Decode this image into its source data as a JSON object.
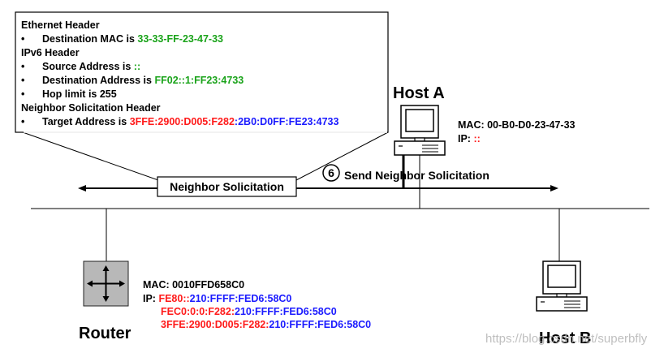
{
  "colors": {
    "green": "#1aa31a",
    "red": "#ff1a1a",
    "blue": "#1a1aff",
    "black": "#000000",
    "watermark": "#b8b8b8"
  },
  "callout": {
    "ethernet_header": "Ethernet Header",
    "dest_mac_label": "Destination MAC is ",
    "dest_mac_value": "33-33-FF-23-47-33",
    "ipv6_header": "IPv6 Header",
    "source_label": "Source Address is ",
    "source_value": "::",
    "dest_addr_label": "Destination Address is ",
    "dest_addr_value": "FF02::1:FF23:4733",
    "hop_limit": "Hop limit is 255",
    "ns_header": "Neighbor Solicitation Header",
    "target_label": "Target Address is ",
    "target_prefix": "3FFE:2900:D005:F282",
    "target_sep": ":",
    "target_iid": "2B0:D0FF:FE23:4733",
    "bullet": "•"
  },
  "host_a": {
    "name": "Host A",
    "mac": "MAC: 00-B0-D0-23-47-33",
    "ip_label": "IP: ",
    "ip_value": "::"
  },
  "step": {
    "number": "6",
    "label": "Send Neighbor Solicitation"
  },
  "message_label": "Neighbor Solicitation",
  "router": {
    "name": "Router",
    "mac": "MAC: 0010FFD658C0",
    "ip_label": "IP: ",
    "ip1_prefix": "FE80::",
    "ip1_iid": "210:FFFF:FED6:58C0",
    "ip2_prefix": "FEC0:0:0:F282:",
    "ip2_iid": "210:FFFF:FED6:58C0",
    "ip3_prefix": "3FFE:2900:D005:F282:",
    "ip3_iid": "210:FFFF:FED6:58C0"
  },
  "host_b": {
    "name": "Host B"
  },
  "watermark": "https://blog.csdn.net/superbfly"
}
